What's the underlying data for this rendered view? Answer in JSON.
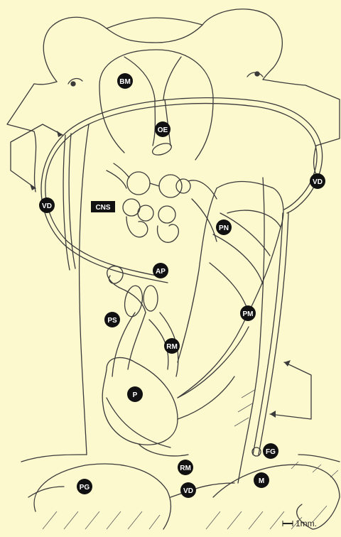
{
  "labels": {
    "bm": "BM",
    "oe": "OE",
    "cns": "CNS",
    "vd_left": "VD",
    "vd_right": "VD",
    "vd_bottom": "VD",
    "pn": "PN",
    "ap": "AP",
    "ps": "PS",
    "pm": "PM",
    "rm_upper": "RM",
    "rm_lower": "RM",
    "p": "P",
    "fg": "FG",
    "pg": "PG",
    "m": "M"
  },
  "scale_bar": {
    "label": "1mm."
  },
  "colors": {
    "background": "#fdf9cf",
    "line": "#333333",
    "label_fill": "#111111"
  }
}
